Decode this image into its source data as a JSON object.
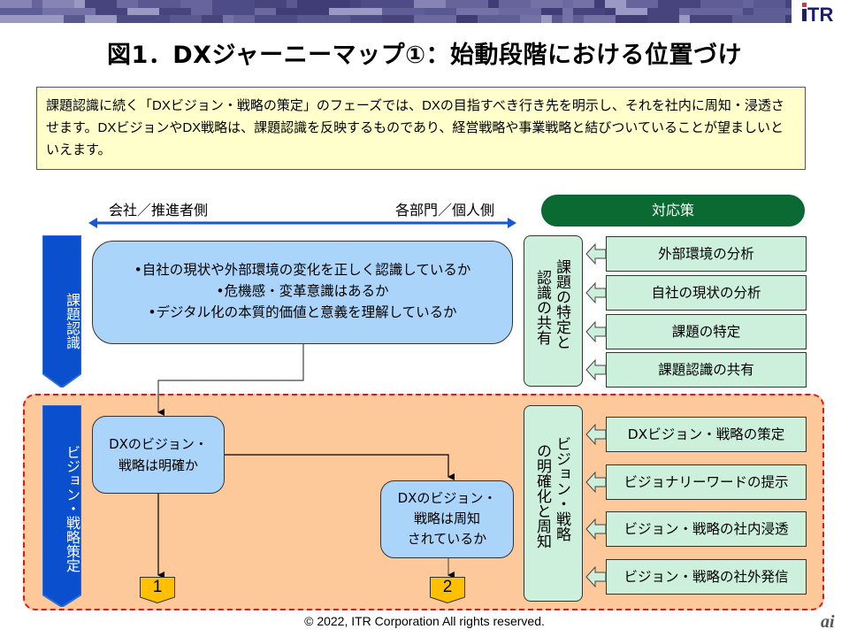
{
  "header": {
    "logo_text": "iTR",
    "title": "図1．DXジャーニーマップ①：始動段階における位置づけ"
  },
  "summary": {
    "text": "課題認識に続く「DXビジョン・戦略の策定」のフェーズでは、DXの目指すべき行き先を明示し、それを社内に周知・浸透させます。DXビジョンやDX戦略は、課題認識を反映するものであり、経営戦略や事業戦略と結びついていることが望ましいといえます。"
  },
  "axis": {
    "left_label": "会社／推進者側",
    "right_label": "各部門／個人側"
  },
  "response_header": "対応策",
  "stages": [
    {
      "banner": "課題認識",
      "main_box_lines": [
        "•自社の現状や外部環境の変化を正しく認識しているか",
        "•危機感・変革意識はあるか",
        "•デジタル化の本質的価値と意義を理解しているか"
      ],
      "group_label_col1": "課題の特定と",
      "group_label_col2": "認識の共有",
      "measures": [
        "外部環境の分析",
        "自社の現状の分析",
        "課題の特定",
        "課題認識の共有"
      ]
    },
    {
      "banner": "ビジョン・戦略策定",
      "question1_lines": [
        "DXのビジョン・",
        "戦略は明確か"
      ],
      "question2_lines": [
        "DXのビジョン・",
        "戦略は周知",
        "されているか"
      ],
      "group_label_col1": "ビジョン・戦略",
      "group_label_col2": "の明確化と周知",
      "measures": [
        "DXビジョン・戦略の策定",
        "ビジョナリーワードの提示",
        "ビジョン・戦略の社内浸透",
        "ビジョン・戦略の社外発信"
      ]
    }
  ],
  "markers": [
    "1",
    "2"
  ],
  "footer": {
    "copyright": "© 2022, ITR Corporation  All rights reserved.",
    "watermark": "ai"
  },
  "colors": {
    "banner_purple": "#5a5891",
    "logo_navy": "#1c1f6e",
    "logo_red": "#d9343f",
    "stage_blue": "#0a4fce",
    "box_blue": "#abd4fb",
    "green_header": "#0a6a32",
    "measure_green": "#ccf0dc",
    "zone_orange": "#fdc99a",
    "zone_border_red": "#e8141a",
    "marker_yellow": "#ffc000",
    "summary_yellow": "#ffffcc"
  }
}
